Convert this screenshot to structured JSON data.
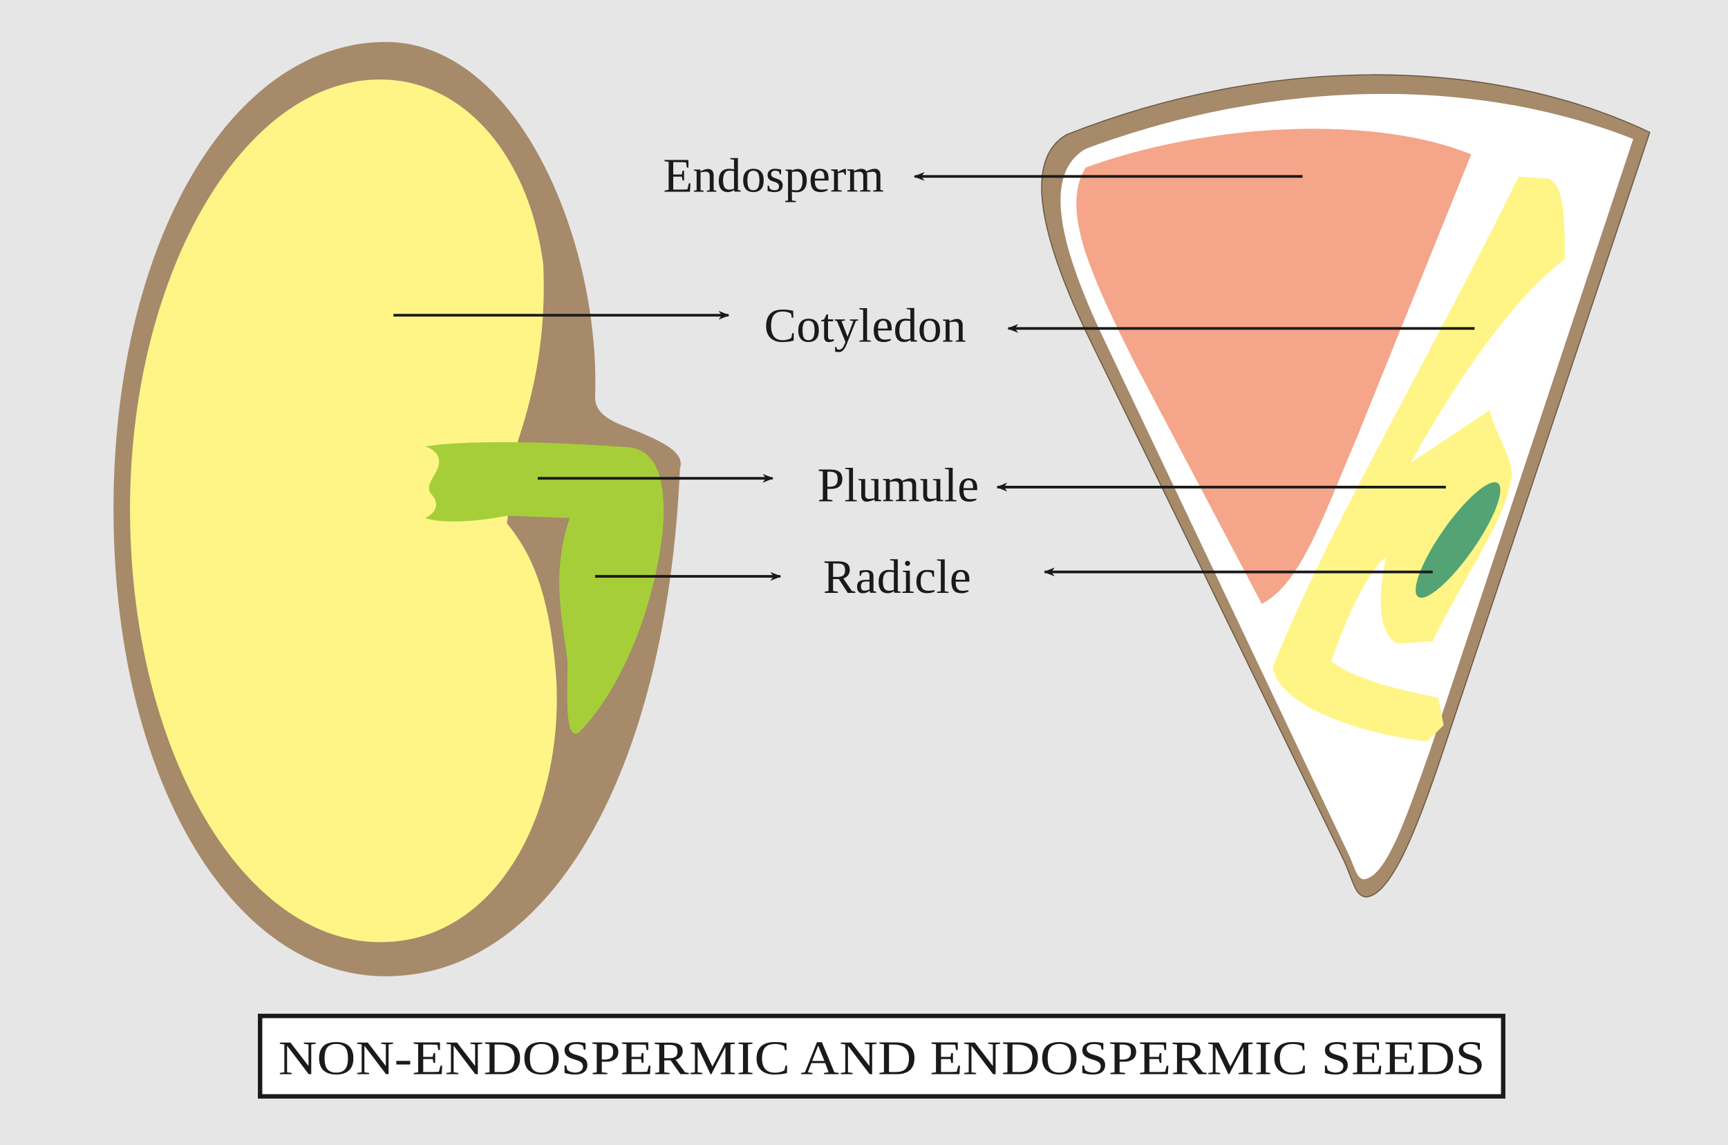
{
  "labels": {
    "endosperm": "Endosperm",
    "cotyledon": "Cotyledon",
    "plumule": "Plumule",
    "radicle": "Radicle"
  },
  "title": "NON-ENDOSPERMIC AND ENDOSPERMIC SEEDS",
  "colors": {
    "background": "#e6e6e6",
    "seed_coat": "#a68a6a",
    "cotyledon": "#fff587",
    "embryo_axis": "#a6ce39",
    "endosperm": "#f4a58a",
    "plumule_dark": "#53a374",
    "arrow": "#1a1a1a"
  }
}
